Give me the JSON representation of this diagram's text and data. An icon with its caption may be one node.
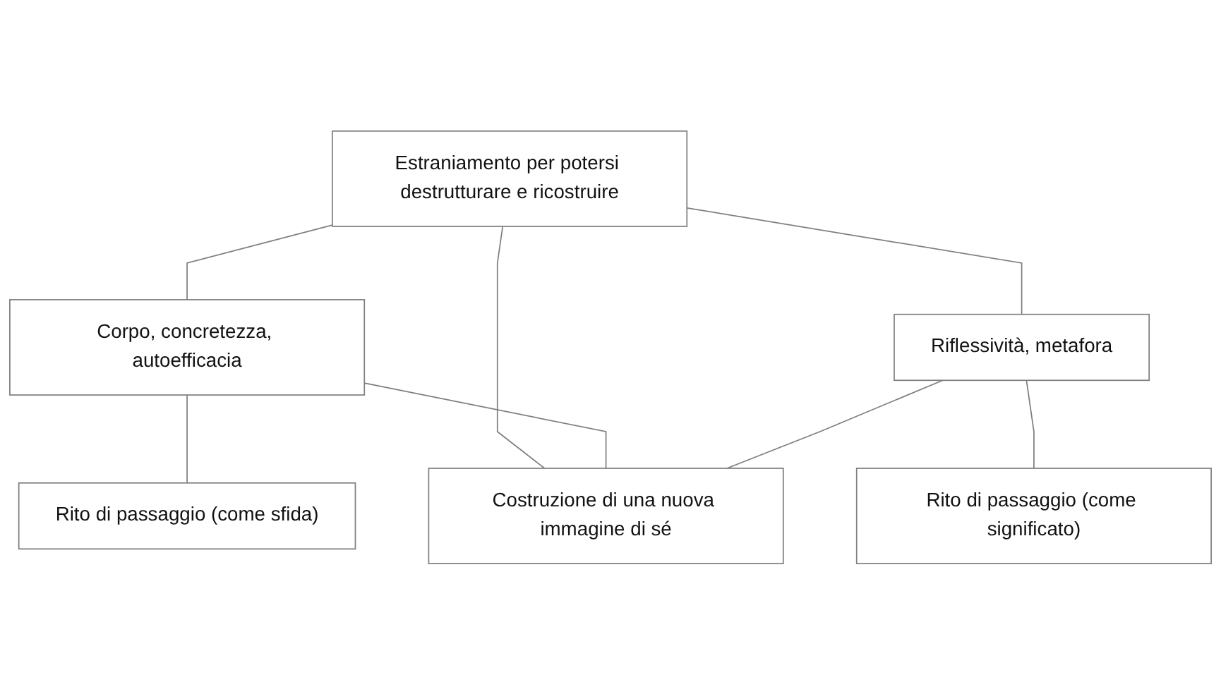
{
  "diagram": {
    "nodes": [
      {
        "text": [
          "Estraniamento per potersi destrutturare e ricostruire"
        ]
      },
      {
        "text": [
          "Corpo, concretezza, autoefficacia"
        ]
      },
      {
        "text": [
          "Riflessività, metafora"
        ]
      },
      {
        "text": [
          "Rito di passaggio (come sfida)"
        ]
      },
      {
        "text": [
          "Rito di passaggio (come significato)"
        ]
      },
      {
        "text": [
          "Costruzione di una nuova immagine di sé"
        ]
      }
    ],
    "edges": [
      {
        "from": 0,
        "to": 1,
        "arrow": "none"
      },
      {
        "from": 0,
        "to": 5,
        "arrow": "none"
      },
      {
        "from": 0,
        "to": 2,
        "arrow": "none"
      },
      {
        "from": 1,
        "to": 3,
        "arrow": "none"
      },
      {
        "from": 2,
        "to": 4,
        "arrow": "none"
      },
      {
        "from": 1,
        "to": 5,
        "arrow": "none"
      },
      {
        "from": 2,
        "to": 5,
        "arrow": "none"
      }
    ]
  }
}
